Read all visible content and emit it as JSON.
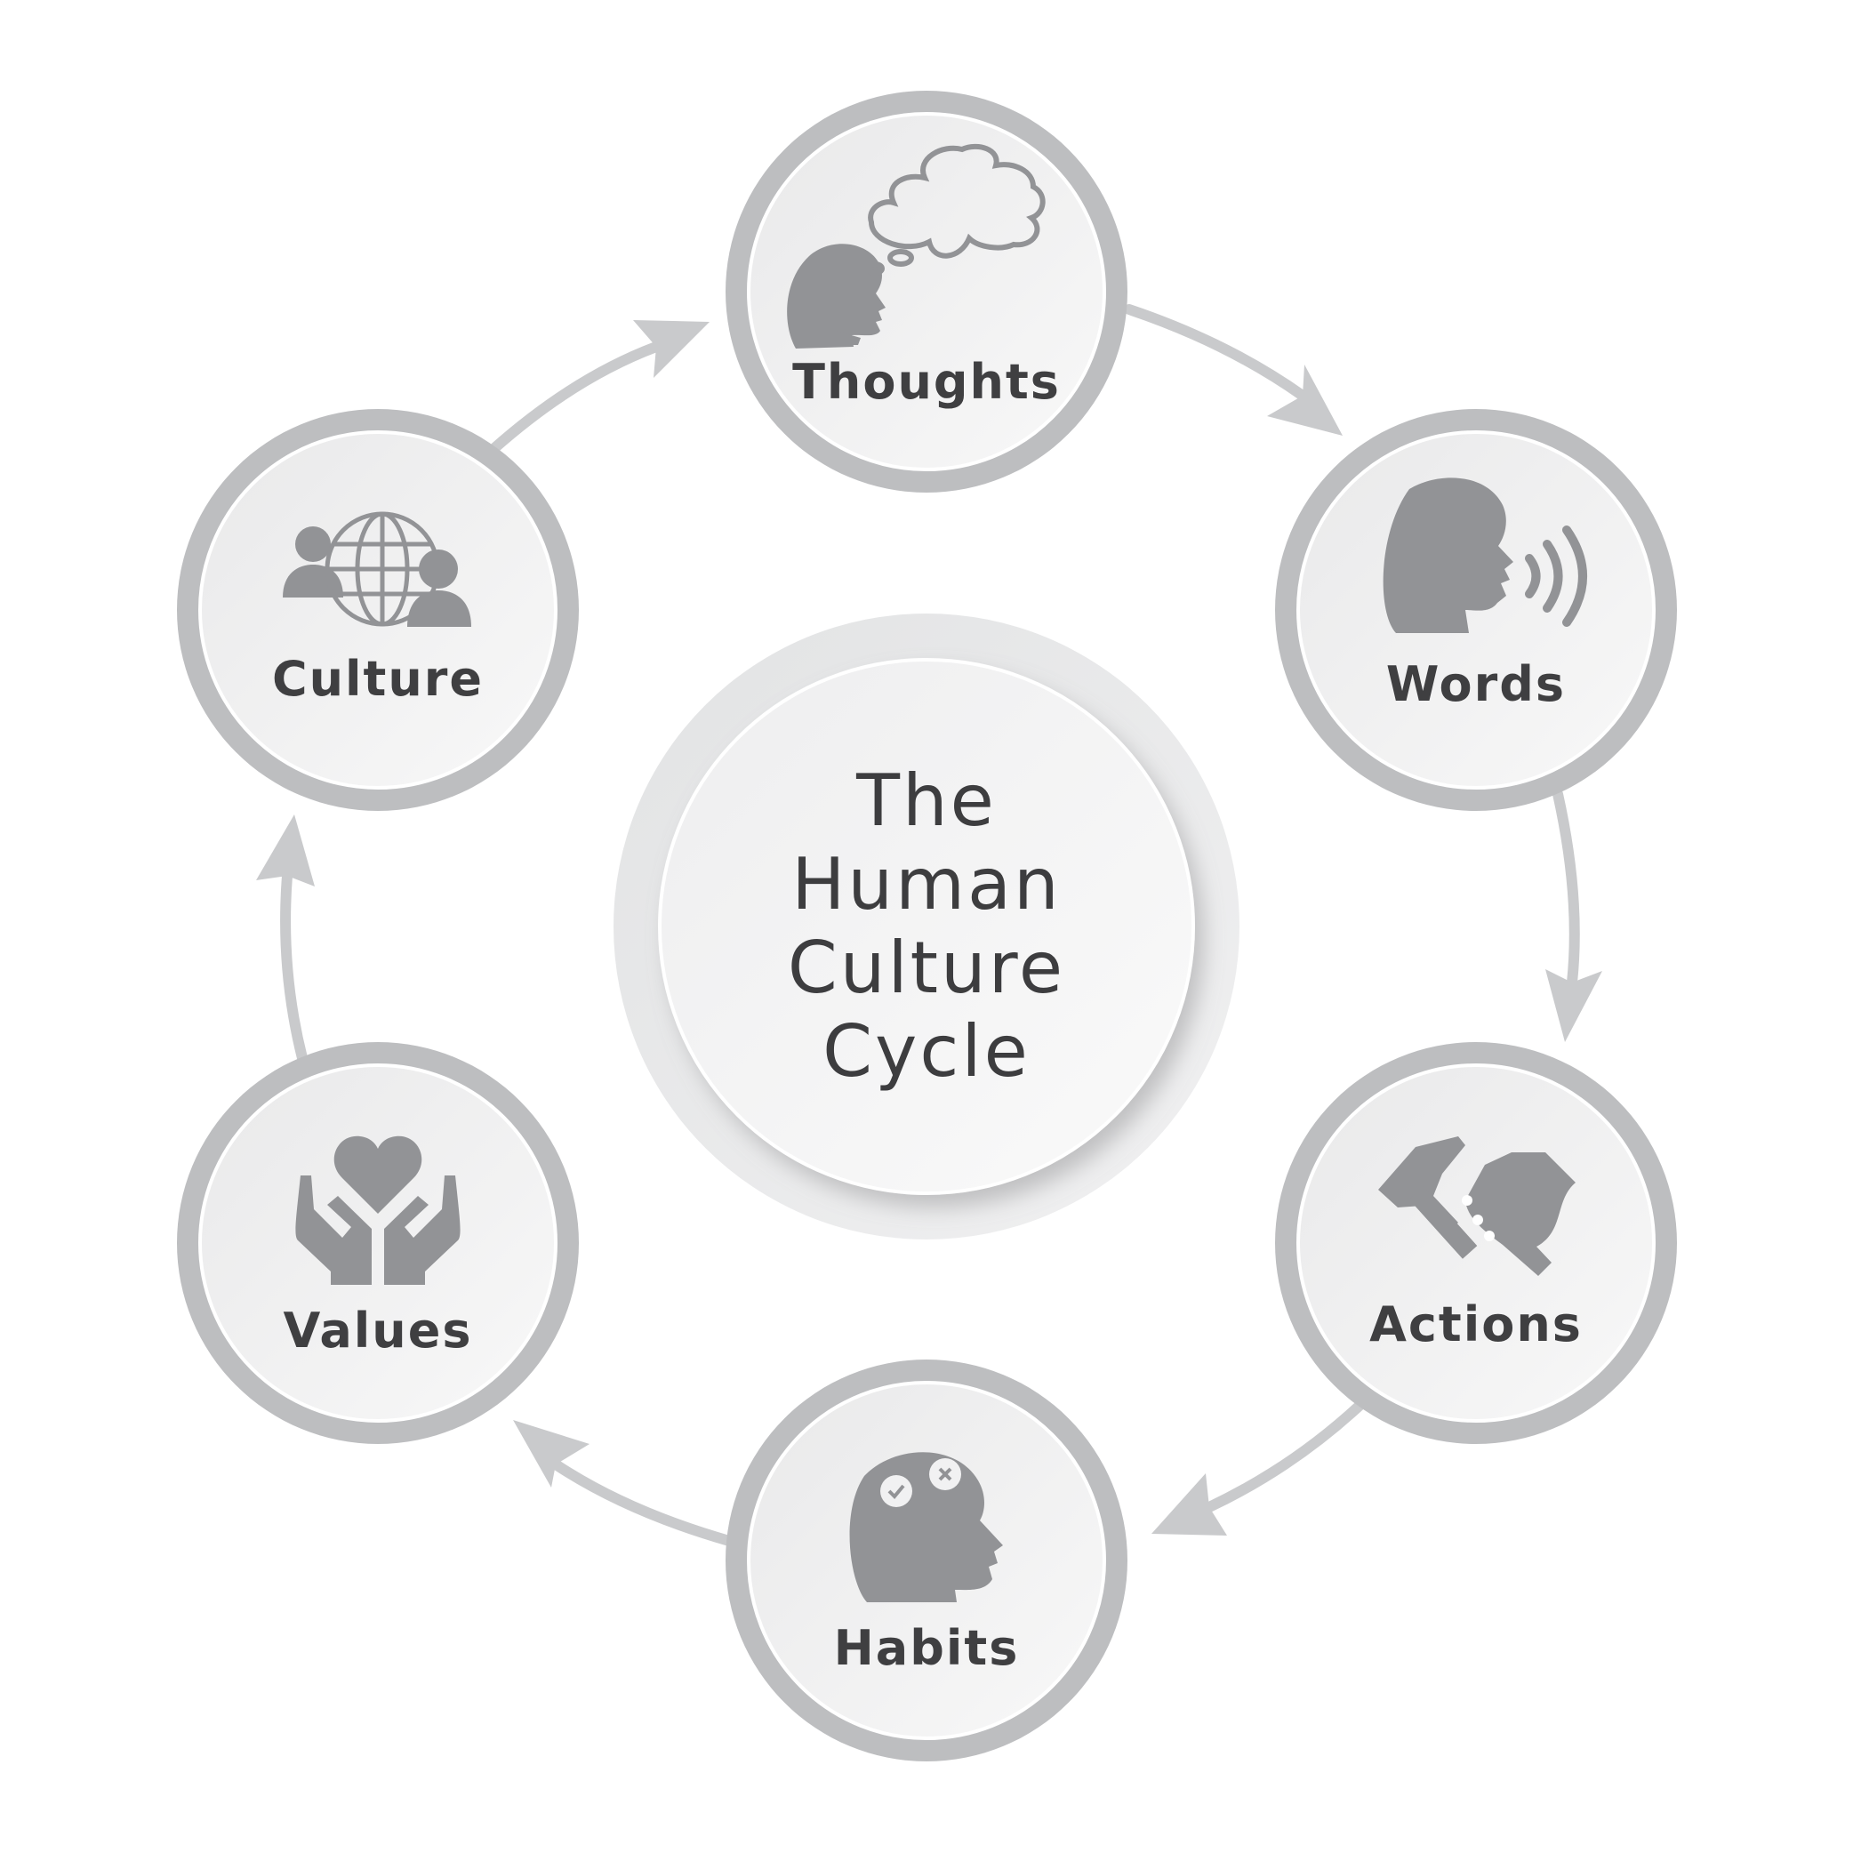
{
  "center": {
    "title_lines": [
      "The",
      "Human",
      "Culture",
      "Cycle"
    ]
  },
  "nodes": [
    {
      "id": "thoughts",
      "label": "Thoughts",
      "icon": "thinking-head-icon"
    },
    {
      "id": "words",
      "label": "Words",
      "icon": "speaking-head-icon"
    },
    {
      "id": "actions",
      "label": "Actions",
      "icon": "hammer-in-hand-icon"
    },
    {
      "id": "habits",
      "label": "Habits",
      "icon": "gears-in-head-icon"
    },
    {
      "id": "values",
      "label": "Values",
      "icon": "heart-in-hands-icon"
    },
    {
      "id": "culture",
      "label": "Culture",
      "icon": "people-globe-icon"
    }
  ],
  "colors": {
    "ring": "#bdbec0",
    "disc": "#f1f1f2",
    "arrow": "#c9cacc",
    "icon": "#929396",
    "label": "#3f3f41"
  }
}
